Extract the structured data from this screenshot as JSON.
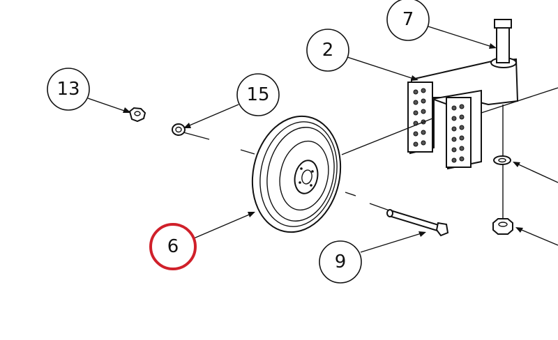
{
  "diagram": {
    "callouts": [
      {
        "id": "c13",
        "label": "13"
      },
      {
        "id": "c15",
        "label": "15"
      },
      {
        "id": "c2",
        "label": "2"
      },
      {
        "id": "c7",
        "label": "7"
      },
      {
        "id": "c6",
        "label": "6",
        "highlighted": true
      },
      {
        "id": "c9",
        "label": "9"
      }
    ],
    "colors": {
      "line": "#111111",
      "highlight": "#d0202a",
      "background": "#ffffff",
      "hole": "#555555"
    }
  }
}
